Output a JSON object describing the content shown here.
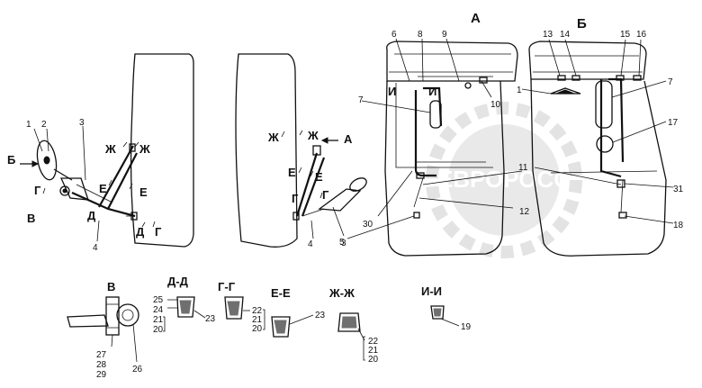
{
  "views": {
    "main_a": "А",
    "main_b": "Б",
    "arrow_a": "А",
    "arrow_b": "Б"
  },
  "sections": {
    "v": "В",
    "dd": "Д-Д",
    "gg": "Г-Г",
    "ee": "Е-Е",
    "zhzh": "Ж-Ж",
    "ii": "И-И"
  },
  "cut_marks": {
    "zh_left_a": "Ж",
    "zh_left_b": "Ж",
    "e_left_a": "Е",
    "e_left_b": "Е",
    "d_left_a": "Д",
    "d_left_b": "Д",
    "g_left_a": "Г",
    "g_left_b": "Г",
    "v_left": "В",
    "zh_mid_a": "Ж",
    "zh_mid_b": "Ж",
    "e_mid_a": "Е",
    "e_mid_b": "Е",
    "g_mid_a": "Г",
    "g_mid_b": "Г",
    "i_a": "И",
    "i_b": "И"
  },
  "callouts": [
    "1",
    "2",
    "3",
    "4",
    "5",
    "6",
    "7",
    "8",
    "9",
    "10",
    "11",
    "12",
    "13",
    "14",
    "15",
    "16",
    "17",
    "18",
    "19",
    "20",
    "21",
    "22",
    "23",
    "24",
    "25",
    "26",
    "27",
    "28",
    "29",
    "30",
    "31"
  ],
  "watermark": "ЕВРОРОСС"
}
